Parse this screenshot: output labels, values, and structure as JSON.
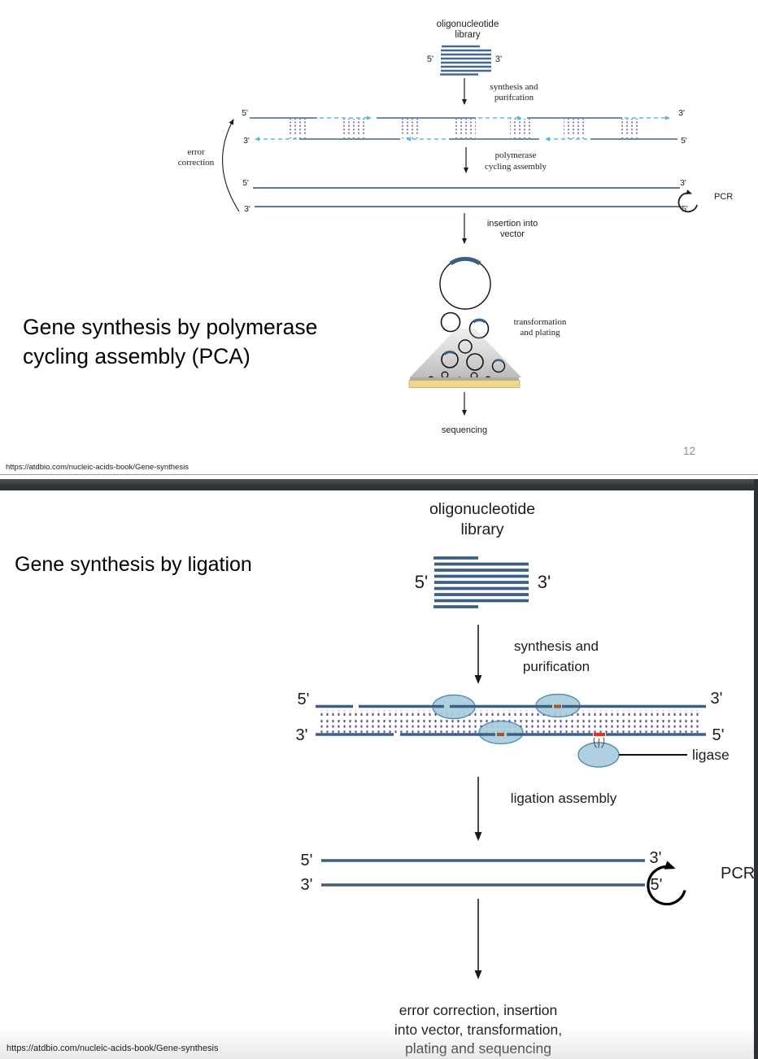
{
  "page": {
    "url_footer": "https://atdbio.com/nucleic-acids-book/Gene-synthesis"
  },
  "slide1": {
    "title_line1": "Gene synthesis by polymerase",
    "title_line2": "cycling assembly (PCA)",
    "page_number": "12",
    "diagram": {
      "oligo_line1": "oligonucleotide",
      "oligo_line2": "library",
      "five_prime": "5'",
      "three_prime": "3'",
      "synth_line1": "synthesis and",
      "synth_line2": "purifcation",
      "error_line1": "error",
      "error_line2": "correction",
      "pca_line1": "polymerase",
      "pca_line2": "cycling assembly",
      "pcr": "PCR",
      "insert_line1": "insertion into",
      "insert_line2": "vector",
      "transform_line1": "transformation",
      "transform_line2": "and plating",
      "sequencing": "sequencing"
    }
  },
  "slide2": {
    "title": "Gene synthesis by ligation",
    "diagram": {
      "oligo_line1": "oligonucleotide",
      "oligo_line2": "library",
      "five_prime": "5'",
      "three_prime": "3'",
      "synth_line1": "synthesis and",
      "synth_line2": "purification",
      "ligase": "ligase",
      "ligation_assembly": "ligation assembly",
      "pcr": "PCR",
      "final_line1": "error correction, insertion",
      "final_line2": "into vector, transformation,",
      "final_line3": "plating and sequencing"
    }
  },
  "colors": {
    "strand_navy": "#3d6082",
    "primer_cyan": "#56b7e3",
    "basepair_purple": "#5a4a9e",
    "ligase_fill": "#a8cdde",
    "ligase_stroke": "#4e84a6",
    "nick_red": "#e63118",
    "nick_brown": "#a8552f",
    "plate_yellow": "#eed88c",
    "divider_gray": "#34383c",
    "page_number_gray": "#909090"
  }
}
